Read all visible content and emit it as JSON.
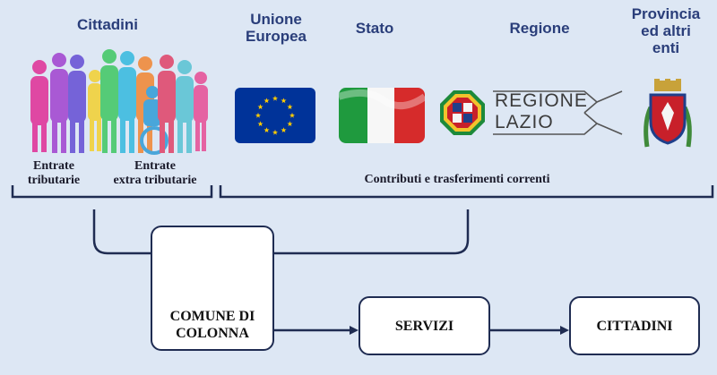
{
  "headers": {
    "cittadini": "Cittadini",
    "ue": "Unione\nEuropea",
    "stato": "Stato",
    "regione": "Regione",
    "provincia": "Provincia\ned altri\nenti"
  },
  "income": {
    "tributarie": "Entrate\ntributarie",
    "extra": "Entrate\nextra tributarie",
    "contributi": "Contributi e trasferimenti correnti"
  },
  "regione_logo": {
    "line1": "REGIONE",
    "line2": "LAZIO"
  },
  "boxes": {
    "comune": "COMUNE DI\nCOLONNA",
    "servizi": "SERVIZI",
    "cittadini": "CITTADINI"
  },
  "colors": {
    "background": "#dde7f4",
    "heading": "#2a3e7a",
    "lines": "#1f2c52",
    "eu_blue": "#003399",
    "eu_star": "#ffcc00"
  },
  "icons": [
    "people-group-icon",
    "eu-flag-icon",
    "italy-flag-icon",
    "lazio-emblem-icon",
    "province-crest-icon",
    "comune-crest-icon"
  ]
}
